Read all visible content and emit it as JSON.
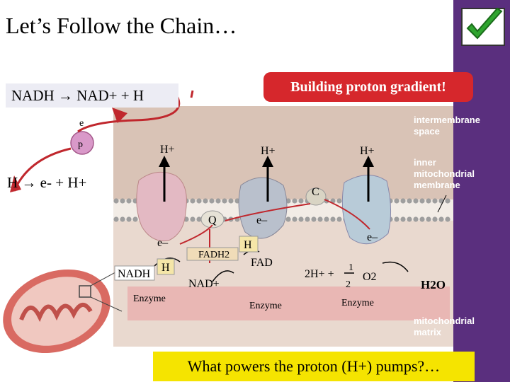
{
  "slide": {
    "title": "Let’s Follow the Chain…"
  },
  "equation1": {
    "text": "NADH → NAD+ + H"
  },
  "equation2": {
    "text": "H → e- + H+"
  },
  "badge": {
    "text": "Building proton gradient!"
  },
  "question": {
    "text": "What powers the proton (H+) pumps?…"
  },
  "atom": {
    "electron": "e",
    "proton": "p"
  },
  "diagram": {
    "proton_labels": [
      "H+",
      "H+",
      "H+"
    ],
    "complex_c": "C",
    "q_label": "Q",
    "electron_labels": [
      "e–",
      "e–",
      "e–"
    ],
    "nadh": "NADH",
    "h_labels": [
      "H",
      "H"
    ],
    "fadh2": "FADH2",
    "nad_plus": "NAD+",
    "fad": "FAD",
    "enzyme_labels": [
      "Enzyme",
      "Enzyme",
      "Enzyme"
    ],
    "reaction": {
      "left": "2H+ +",
      "fraction_num": "1",
      "fraction_den": "2",
      "o2": "O2",
      "product": "H2O"
    },
    "regions": {
      "intermembrane": "intermembrane space",
      "inner_membrane": "inner mitochondrial membrane",
      "matrix": "mitochondrial matrix"
    }
  },
  "colors": {
    "badge": "#d6272c",
    "question_bg": "#f5e400",
    "arrow_red": "#c0272d",
    "stripe": "#5a2f7e"
  }
}
